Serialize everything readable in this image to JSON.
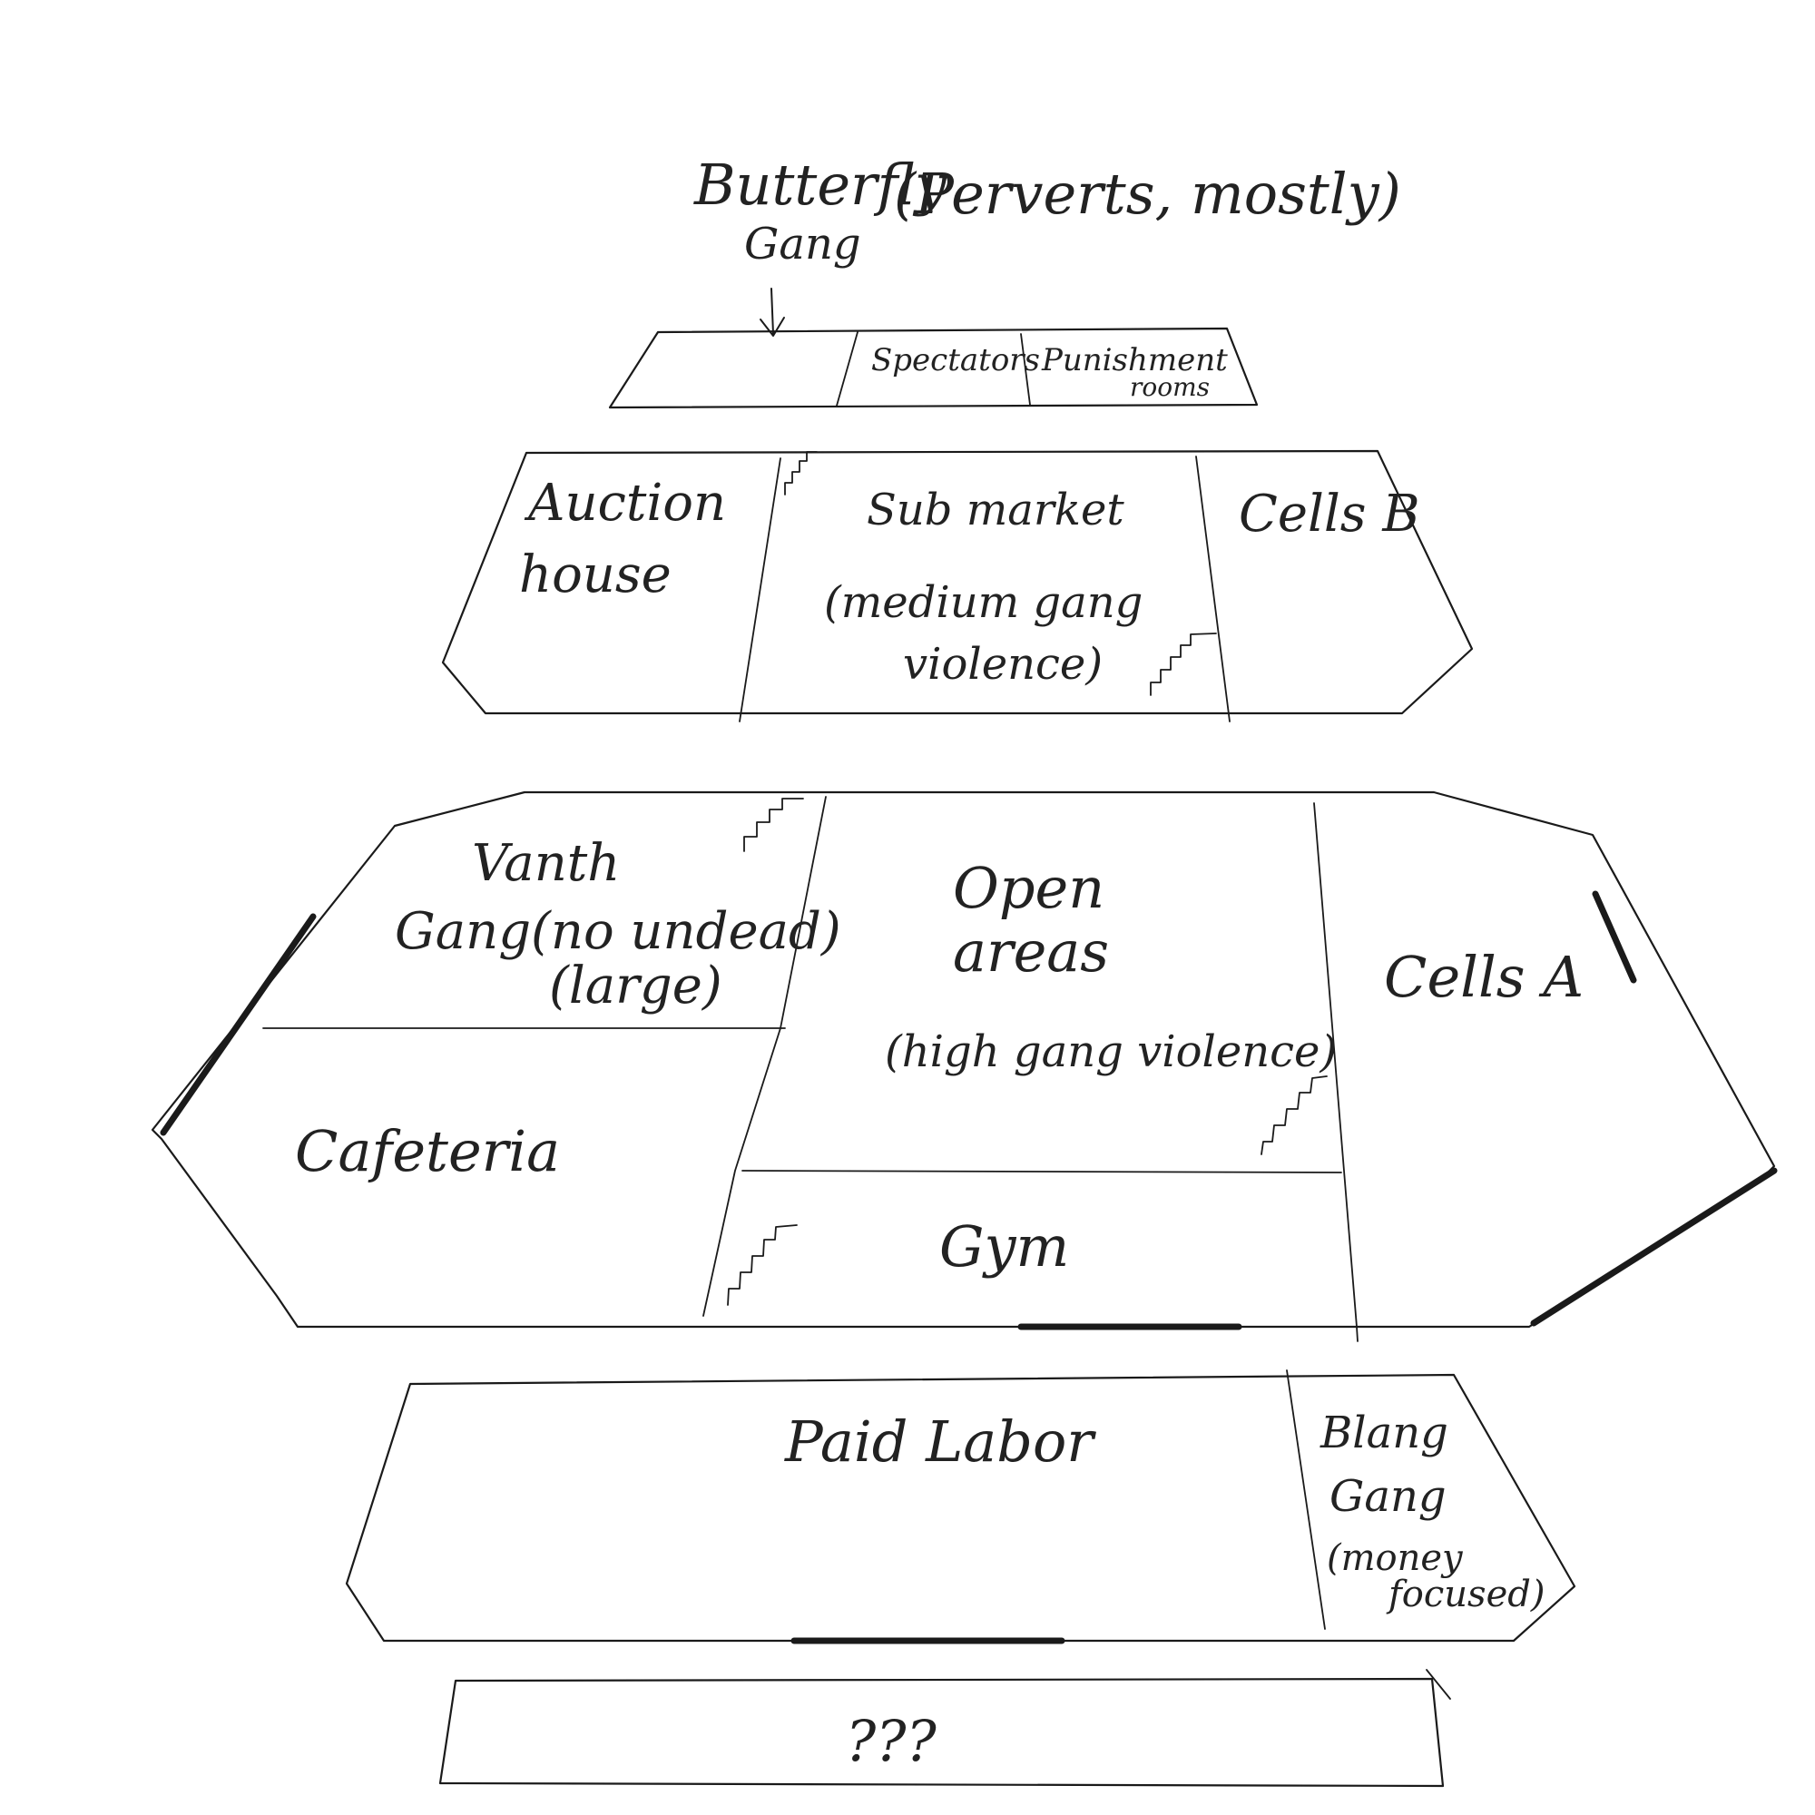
{
  "annotation": {
    "gang_line1": "Butterfly",
    "gang_line2": "Gang",
    "note": "(Perverts, mostly)"
  },
  "floor_top": {
    "spectators": "Spectators",
    "punishment_line1": "Punishment",
    "punishment_line2": "rooms"
  },
  "floor_upper": {
    "auction_line1": "Auction",
    "auction_line2": "house",
    "sub_market_line1": "Sub market",
    "sub_market_line2": "(medium gang",
    "sub_market_line3": "violence)",
    "cells_b": "Cells B"
  },
  "floor_main": {
    "vanth_line1": "Vanth",
    "vanth_line2": "Gang(no undead)",
    "vanth_line3": "(large)",
    "cafeteria": "Cafeteria",
    "open_line1": "Open",
    "open_line2": "areas",
    "open_line3": "(high gang violence)",
    "gym": "Gym",
    "cells_a": "Cells A"
  },
  "floor_lower": {
    "paid_labor": "Paid Labor",
    "blang_line1": "Blang",
    "blang_line2": "Gang",
    "blang_line3": "(money",
    "blang_line4": "focused)"
  },
  "floor_bottom": {
    "unknown": "???"
  }
}
